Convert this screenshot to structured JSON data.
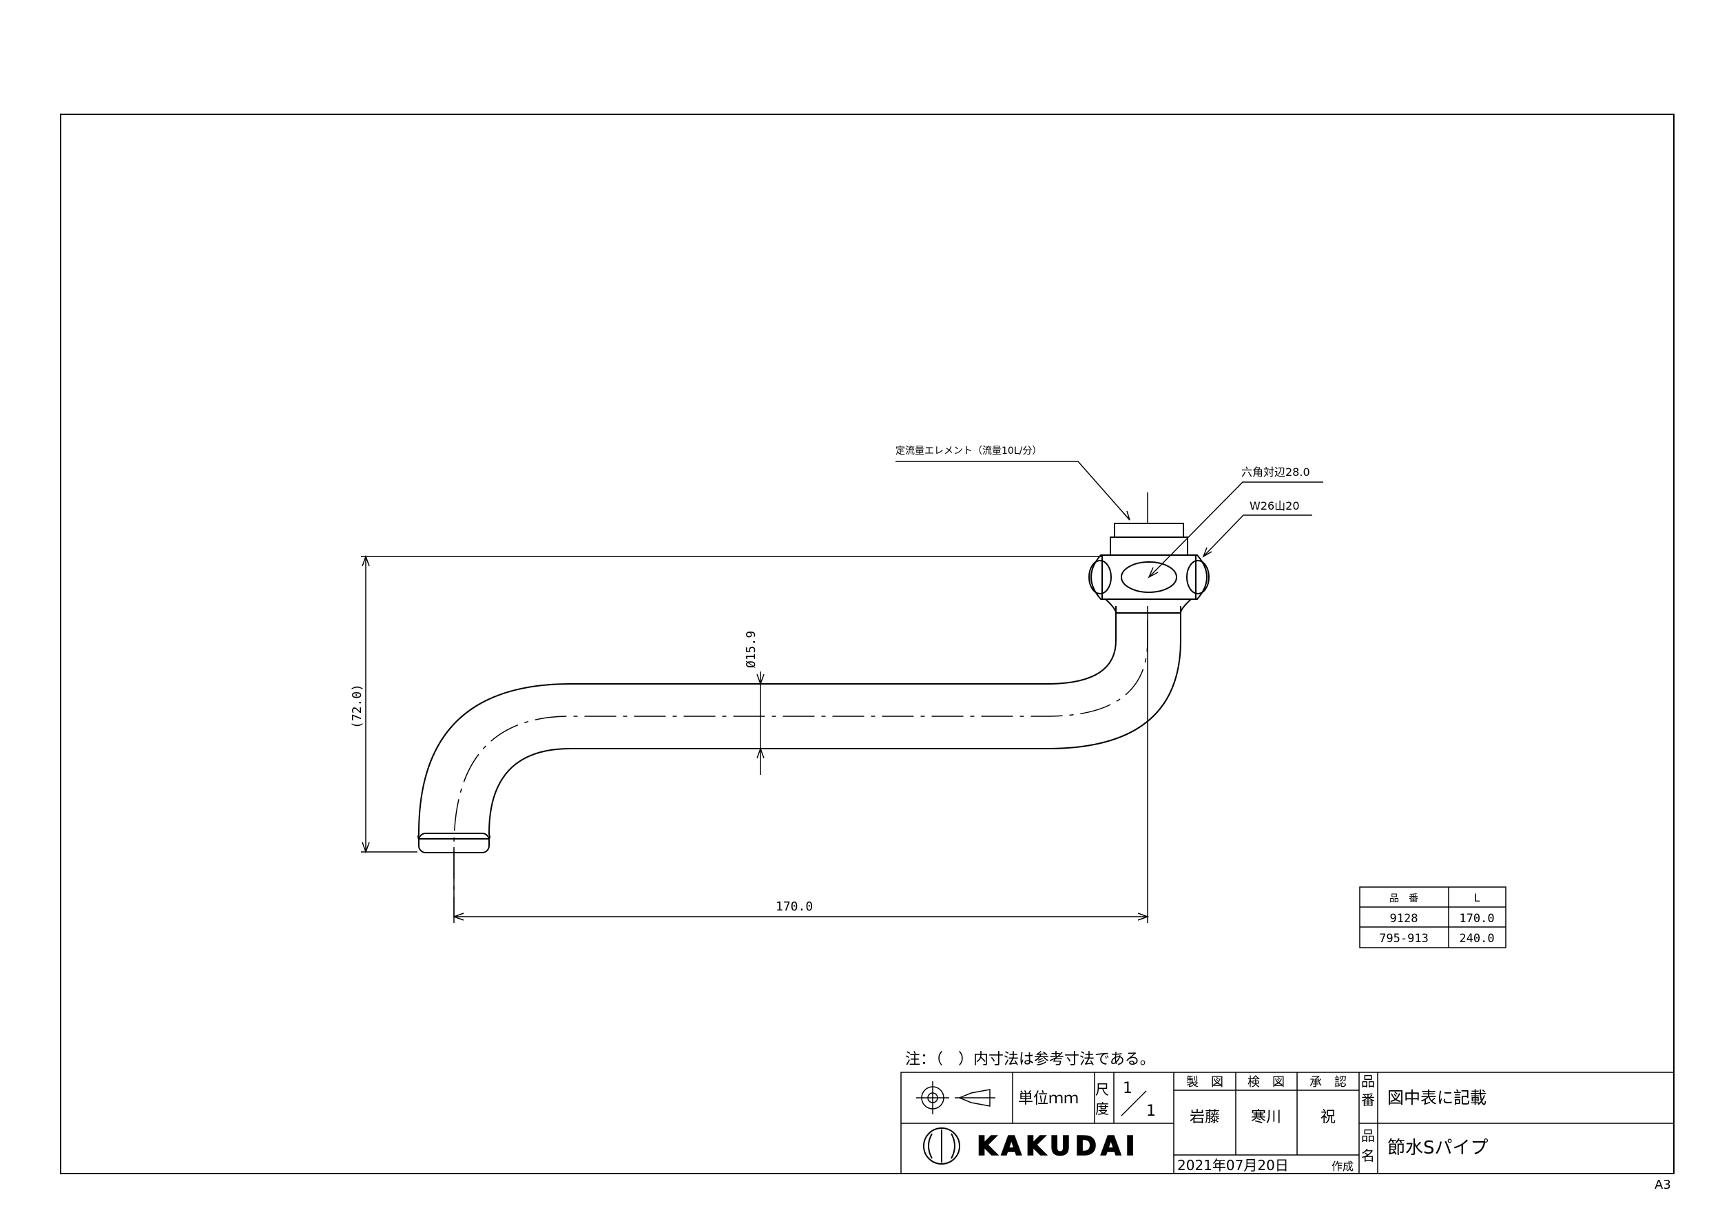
{
  "annotations": {
    "element_label": "定流量エレメント（流量10L/分）",
    "hex_label": "六角対辺28.0",
    "thread_label": "W26山20",
    "diameter": "Ø15.9",
    "height_dim": "(72.0)",
    "length_dim": "170.0"
  },
  "variant_table": {
    "headers": [
      "品　番",
      "L"
    ],
    "rows": [
      {
        "part": "9128",
        "length": "170.0"
      },
      {
        "part": "795-913",
        "length": "240.0"
      }
    ]
  },
  "note": "注：（　）内寸法は参考寸法である。",
  "title_block": {
    "unit": "単位ｍｍ",
    "scale_label": [
      "尺",
      "度"
    ],
    "scale": [
      "1",
      "1"
    ],
    "roles": [
      "製　図",
      "検　図",
      "承　認"
    ],
    "names": [
      "岩藤",
      "寒川",
      "祝"
    ],
    "drawing_number_label": [
      "品",
      "番"
    ],
    "drawing_number": "図中表に記載",
    "product_name_label": [
      "品",
      "名"
    ],
    "product_name": "節水Sパイプ",
    "date": "2021年07月20日",
    "date_suffix": "作成",
    "company": "KAKUDAI"
  },
  "sheet_size": "A3"
}
